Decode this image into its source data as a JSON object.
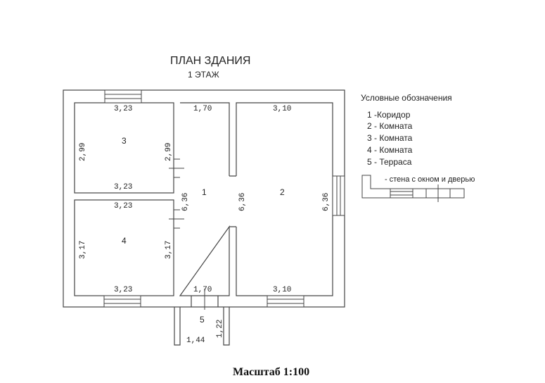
{
  "title": "ПЛАН ЗДАНИЯ",
  "subtitle": "1 ЭТАЖ",
  "scale": "Масштаб 1:100",
  "legend": {
    "title": "Условные обозначения",
    "items": [
      "1 -Коридор",
      "2 - Комната",
      "3 - Комната",
      "4 - Комната",
      "5 - Терраса"
    ],
    "wall_symbol_label": "- стена с окном и дверью"
  },
  "rooms": [
    {
      "number": "1"
    },
    {
      "number": "2"
    },
    {
      "number": "3"
    },
    {
      "number": "4"
    },
    {
      "number": "5"
    }
  ],
  "dimensions": {
    "room3_top": "3,23",
    "room3_bottom": "3,23",
    "room3_left": "2,99",
    "room3_right": "2,99",
    "room4_top": "3,23",
    "room4_bottom": "3,23",
    "room4_left": "3,17",
    "room4_right": "3,17",
    "corridor_top": "1,70",
    "corridor_bottom": "1,70",
    "corridor_left": "6,36",
    "corridor_right": "6,36",
    "room2_top": "3,10",
    "room2_bottom": "3,10",
    "room2_right": "6,36",
    "terrace_width": "1,44",
    "terrace_depth": "1,22"
  }
}
